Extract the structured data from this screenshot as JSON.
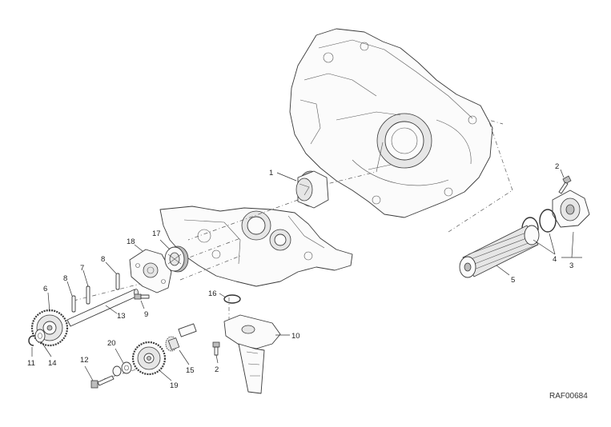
{
  "diagram_code": "RAF00684",
  "callouts": {
    "c1": "1",
    "c2a": "2",
    "c2b": "2",
    "c3": "3",
    "c4": "4",
    "c5": "5",
    "c6": "6",
    "c7": "7",
    "c8a": "8",
    "c8b": "8",
    "c9": "9",
    "c10": "10",
    "c11": "11",
    "c12": "12",
    "c13": "13",
    "c14": "14",
    "c15": "15",
    "c16": "16",
    "c17": "17",
    "c18": "18",
    "c19": "19",
    "c20": "20"
  }
}
